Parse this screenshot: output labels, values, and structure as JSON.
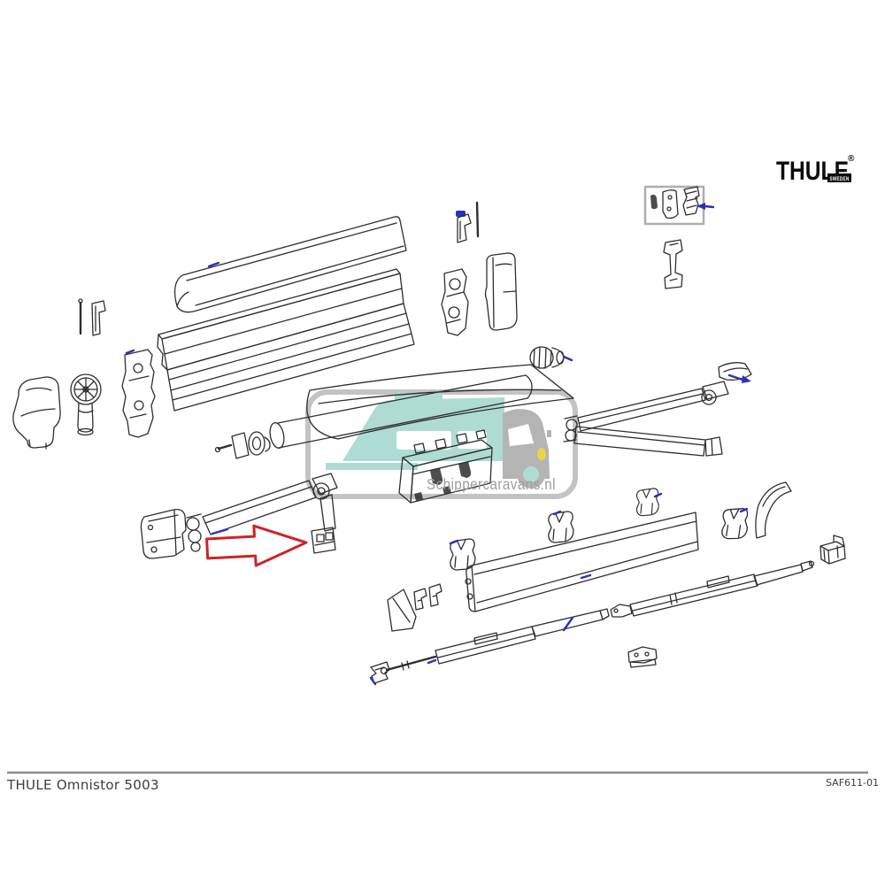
{
  "page": {
    "background": "#ffffff",
    "kind": "exploded parts diagram"
  },
  "brand": {
    "name": "THULE",
    "registered_mark": "®",
    "country": "SWEDEN"
  },
  "footer": {
    "product_title": "THULE Omnistor 5003",
    "drawing_number": "SAF611-01"
  },
  "watermark": {
    "text": "Schippercaravans.nl"
  },
  "colors": {
    "line": "#2e2e2e",
    "logo": "#0d0d0d",
    "footer-text": "#3b3b42",
    "rule": "#8c8c8c",
    "wm-teal": "#aedbd2",
    "wm-gray": "#b4b4b4",
    "wm-text": "#9d9d9d",
    "wm-yellow": "#e8d44a",
    "highlight": "#cd2328",
    "callout": "#2a2fbe"
  },
  "diagram": {
    "parts": [
      "top-cover-profile",
      "case-profile",
      "left-end-cap",
      "gear-crank-wheel",
      "left-mounting-bracket",
      "fixing-pin",
      "hook-bracket",
      "tension-bracket",
      "control-rod",
      "right-mechanism-bracket",
      "right-end-cap",
      "end-knob",
      "roller-end-gear",
      "roller-tube",
      "awning-fabric",
      "wall-bracket-assembly",
      "detail-box-knob",
      "detail-box-plate",
      "detail-box-ratchet",
      "support-bracket",
      "right-spring-arm",
      "left-spring-arm",
      "lead-rail",
      "fabric-clamps",
      "end-blade",
      "end-clip-block",
      "wedge-plate",
      "angle-bracket-pair",
      "support-leg-left",
      "support-leg-right",
      "leg-clip",
      "leg-bracket"
    ],
    "annotations": {
      "highlight_arrow": {
        "shape": "outlined right-pointing arrow",
        "color_key": "highlight",
        "points_to": "left-spring-arm-foot"
      },
      "callout_marks": {
        "color_key": "callout",
        "count": 15
      }
    }
  }
}
